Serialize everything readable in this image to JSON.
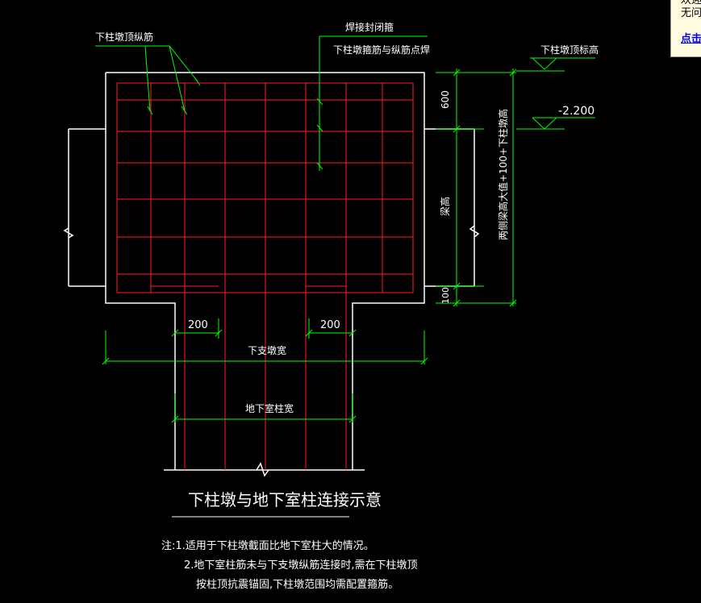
{
  "drawing": {
    "labels": {
      "top_longitudinal_bars": "下柱墩顶纵筋",
      "weld_closed_hoop": "焊接封闭箍",
      "hoop_spot_weld": "下柱墩箍筋与纵筋点焊",
      "top_elevation": "下柱墩顶标高",
      "elevation_value": "-2.200",
      "dim_600": "600",
      "dim_beam_height": "梁高",
      "dim_100": "100",
      "dim_total_height": "两侧梁高大值+100+下柱墩高",
      "dim_200_left": "200",
      "dim_200_right": "200",
      "pier_width": "下支墩宽",
      "basement_column_width": "地下室柱宽"
    },
    "title": "下柱墩与地下室柱连接示意",
    "notes": [
      "注:1.适用于下柱墩截面比地下室柱大的情况。",
      "2.地下室柱筋未与下支墩纵筋连接时,需在下柱墩顶",
      "按柱顶抗震锚固,下柱墩范围均需配置箍筋。"
    ]
  },
  "popup": {
    "line1": "欢迎",
    "line2": "无问",
    "link": "点击"
  },
  "colors": {
    "background": "#000000",
    "outline": "#ffffff",
    "rebar": "#ff2020",
    "dimension": "#00ff00"
  }
}
